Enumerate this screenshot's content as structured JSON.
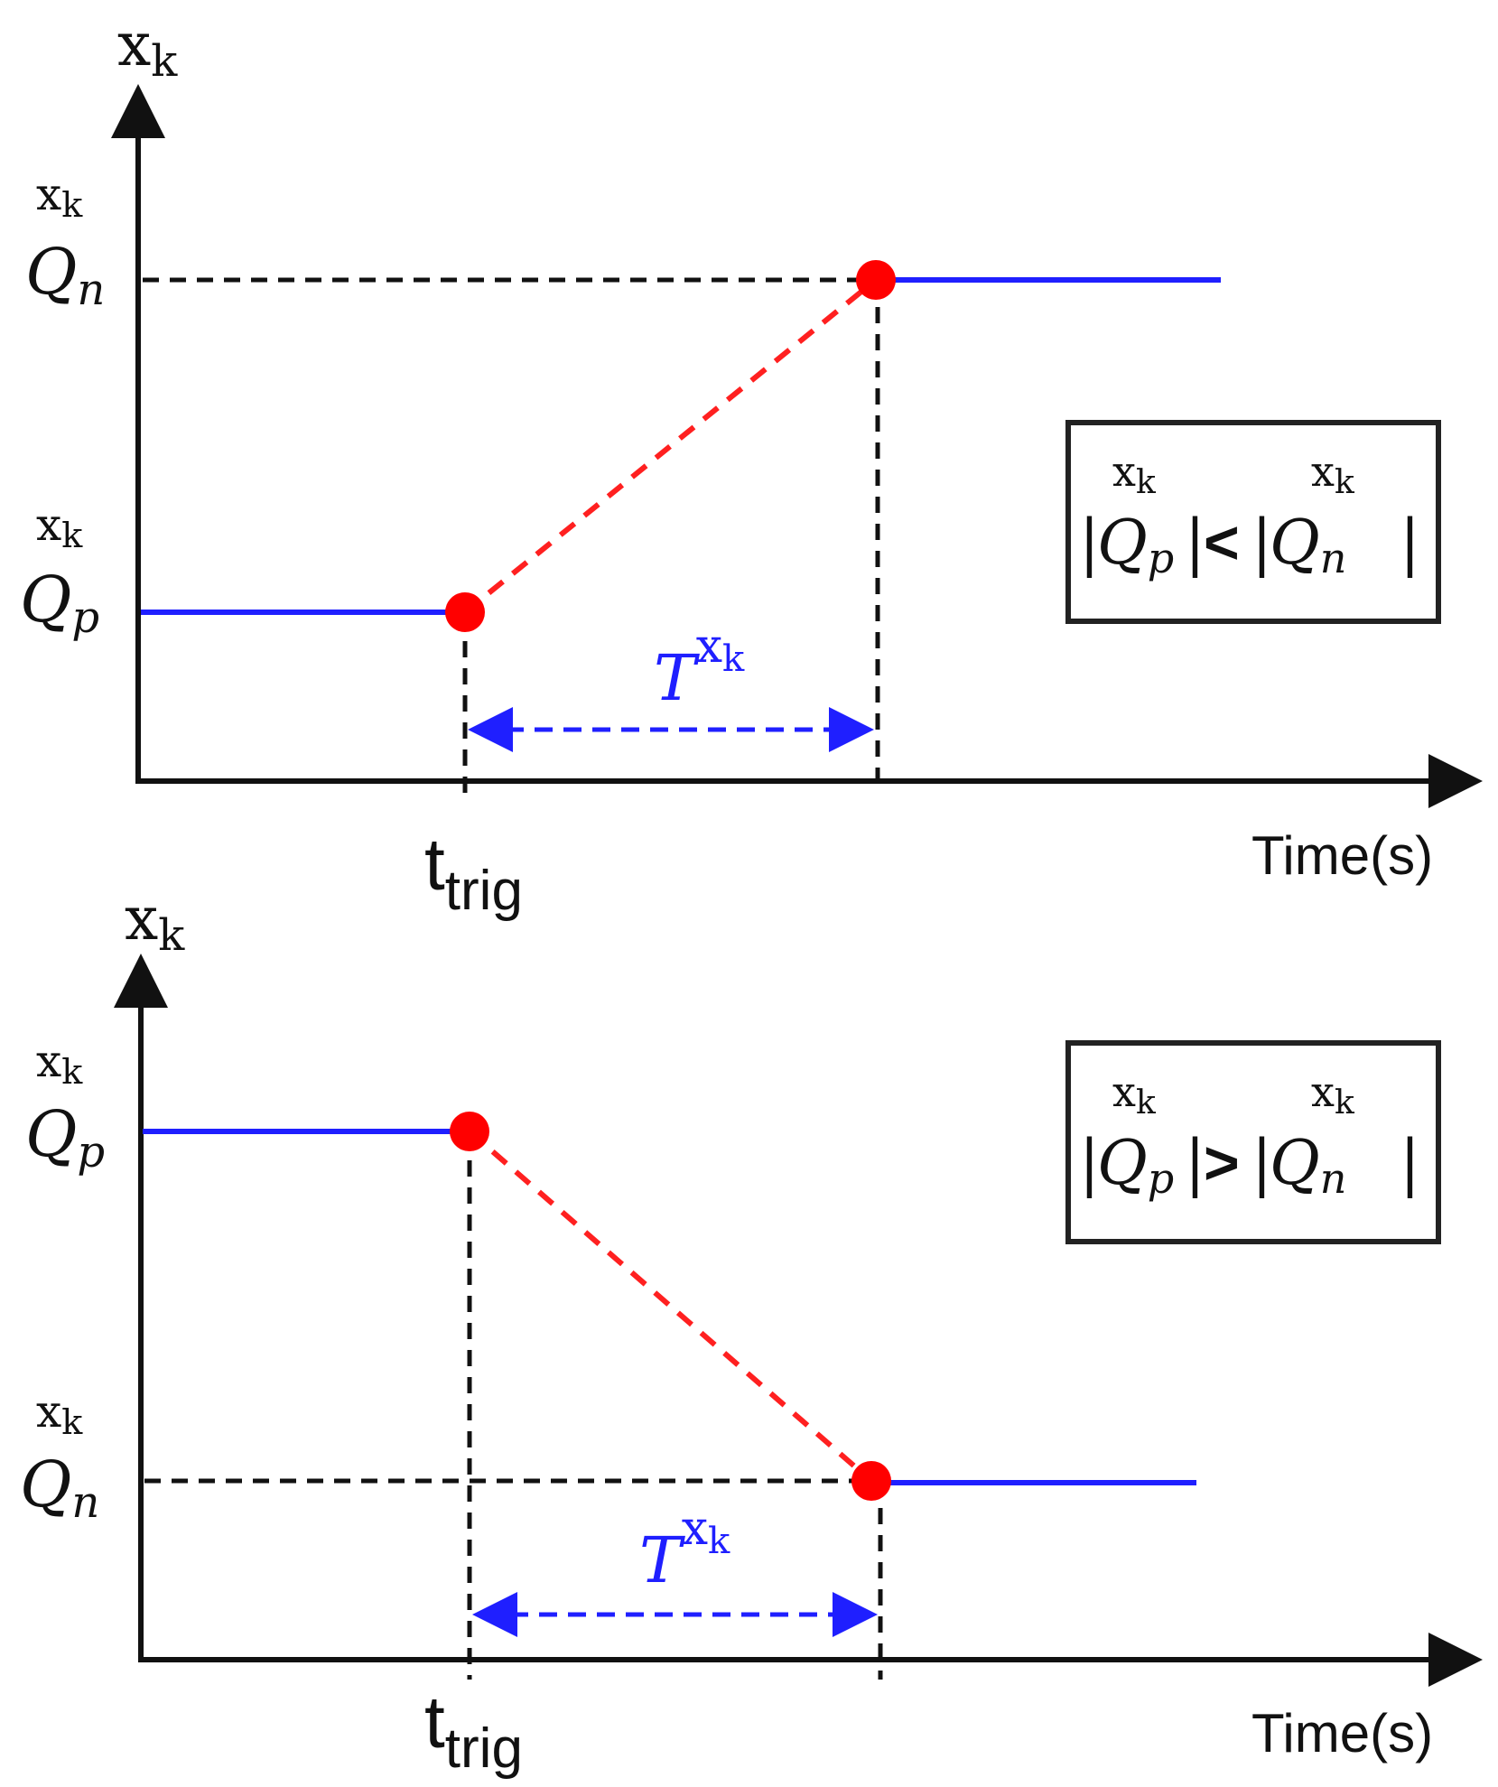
{
  "colors": {
    "axis": "#111111",
    "guide": "#111111",
    "level": "#1f1fff",
    "ramp": "#ff2020",
    "point": "#ff0000",
    "duration": "#1f1fff",
    "box_border": "#222222"
  },
  "panels": [
    {
      "y_axis_label": {
        "main": "x",
        "sub": "k"
      },
      "x_axis_label": "Time(s)",
      "trigger_label": {
        "main": "t",
        "sub": "trig"
      },
      "upper_level_label": {
        "sup": "x",
        "sup_sub": "k",
        "main": "Q",
        "sub": "n"
      },
      "lower_level_label": {
        "sup": "x",
        "sup_sub": "k",
        "main": "Q",
        "sub": "p"
      },
      "duration_label": {
        "main": "T",
        "sup": "x",
        "sup_sub": "k"
      },
      "condition": {
        "left_main": "Q",
        "left_sub": "p",
        "left_sup": "x",
        "left_sup_sub": "k",
        "operator": "<",
        "right_main": "Q",
        "right_sub": "n",
        "right_sup": "x",
        "right_sup_sub": "k"
      }
    },
    {
      "y_axis_label": {
        "main": "x",
        "sub": "k"
      },
      "x_axis_label": "Time(s)",
      "trigger_label": {
        "main": "t",
        "sub": "trig"
      },
      "upper_level_label": {
        "sup": "x",
        "sup_sub": "k",
        "main": "Q",
        "sub": "p"
      },
      "lower_level_label": {
        "sup": "x",
        "sup_sub": "k",
        "main": "Q",
        "sub": "n"
      },
      "duration_label": {
        "main": "T",
        "sup": "x",
        "sup_sub": "k"
      },
      "condition": {
        "left_main": "Q",
        "left_sub": "p",
        "left_sup": "x",
        "left_sup_sub": "k",
        "operator": ">",
        "right_main": "Q",
        "right_sub": "n",
        "right_sup": "x",
        "right_sup_sub": "k"
      }
    }
  ]
}
